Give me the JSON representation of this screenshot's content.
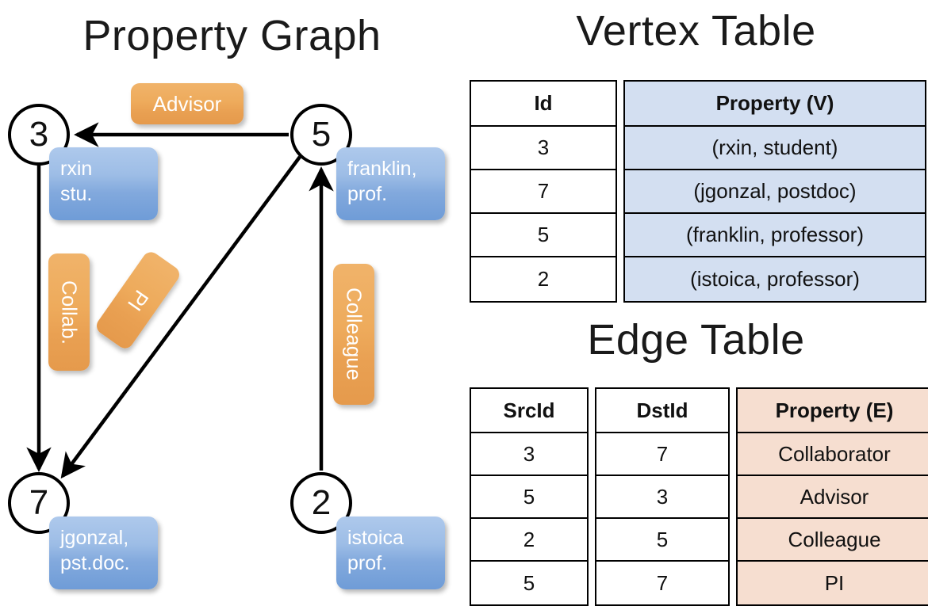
{
  "titles": {
    "property_graph": "Property Graph",
    "vertex_table": "Vertex Table",
    "edge_table": "Edge Table"
  },
  "graph": {
    "nodes": [
      {
        "id": "3",
        "name": "node-3",
        "property_line1": "rxin",
        "property_line2": "stu."
      },
      {
        "id": "5",
        "name": "node-5",
        "property_line1": "franklin,",
        "property_line2": "prof."
      },
      {
        "id": "7",
        "name": "node-7",
        "property_line1": "jgonzal,",
        "property_line2": "pst.doc."
      },
      {
        "id": "2",
        "name": "node-2",
        "property_line1": "istoica",
        "property_line2": "prof."
      }
    ],
    "edge_labels": {
      "advisor": "Advisor",
      "collab": "Collab.",
      "pi": "PI",
      "colleague": "Colleague"
    },
    "edges": [
      {
        "from": "5",
        "to": "3",
        "label": "Advisor"
      },
      {
        "from": "3",
        "to": "7",
        "label": "Collab."
      },
      {
        "from": "5",
        "to": "7",
        "label": "PI"
      },
      {
        "from": "2",
        "to": "5",
        "label": "Colleague"
      }
    ]
  },
  "vertex_table": {
    "headers": [
      "Id",
      "Property (V)"
    ],
    "rows": [
      {
        "id": "3",
        "property": "(rxin, student)"
      },
      {
        "id": "7",
        "property": "(jgonzal, postdoc)"
      },
      {
        "id": "5",
        "property": "(franklin, professor)"
      },
      {
        "id": "2",
        "property": "(istoica, professor)"
      }
    ]
  },
  "edge_table": {
    "headers": [
      "SrcId",
      "DstId",
      "Property (E)"
    ],
    "rows": [
      {
        "src": "3",
        "dst": "7",
        "property": "Collaborator"
      },
      {
        "src": "5",
        "dst": "3",
        "property": "Advisor"
      },
      {
        "src": "2",
        "dst": "5",
        "property": "Colleague"
      },
      {
        "src": "5",
        "dst": "7",
        "property": "PI"
      }
    ]
  },
  "colors": {
    "vertex_property_fill": "#d3dff1",
    "edge_property_fill": "#f6ded0",
    "node_property_box": "#82a9dd",
    "edge_label_box": "#eeab5c",
    "stroke": "#000000"
  }
}
